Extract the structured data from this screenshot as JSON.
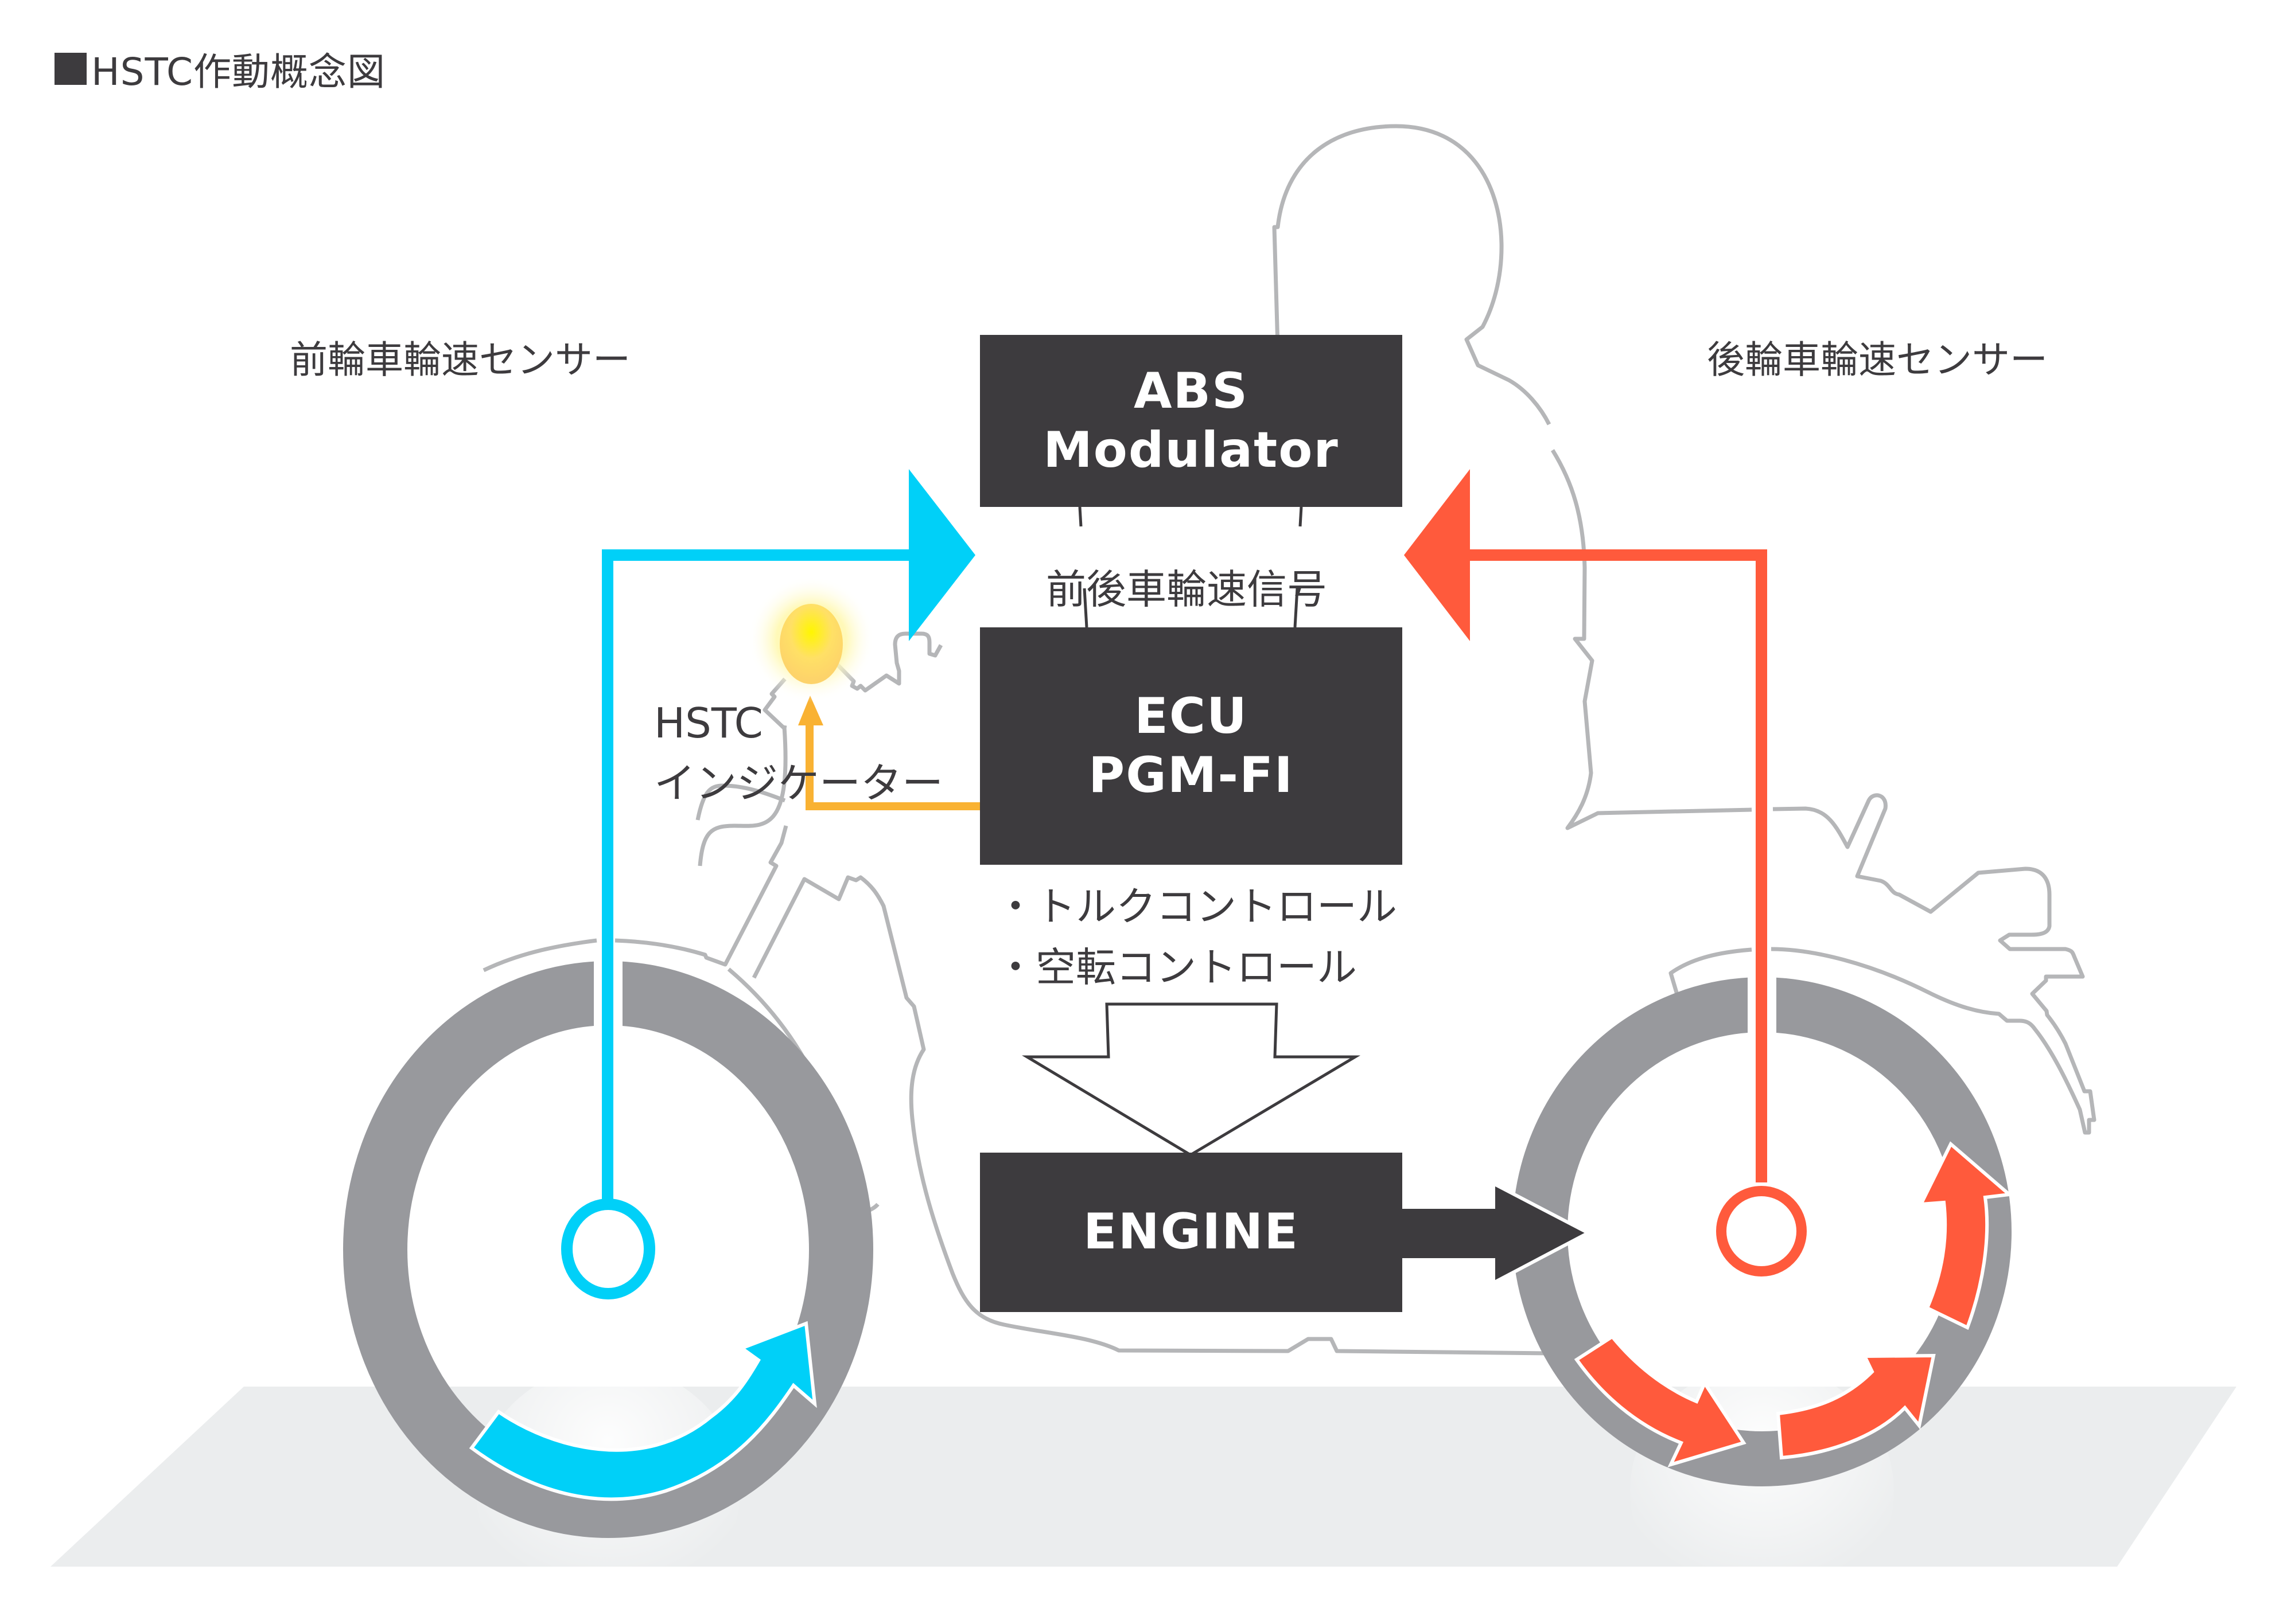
{
  "title": "HSTC作動概念図",
  "labels": {
    "front_sensor": "前輪車輪速センサー",
    "rear_sensor": "後輪車輪速センサー",
    "signal": "前後車輪速信号",
    "indicator_line1": "HSTC",
    "indicator_line2": "インジケーター"
  },
  "boxes": {
    "abs": [
      "ABS",
      "Modulator"
    ],
    "ecu": [
      "ECU",
      "PGM-FI"
    ],
    "engine": [
      "ENGINE"
    ]
  },
  "controls": [
    "トルクコントロール",
    "空転コントロール"
  ],
  "colors": {
    "front": "#00d0f8",
    "rear": "#ff5a3c",
    "indicator": "#f9b233",
    "box": "#3d3b3e",
    "tire": "#98999d",
    "ground": "#ebedee",
    "outline": "#b5b6b8"
  }
}
